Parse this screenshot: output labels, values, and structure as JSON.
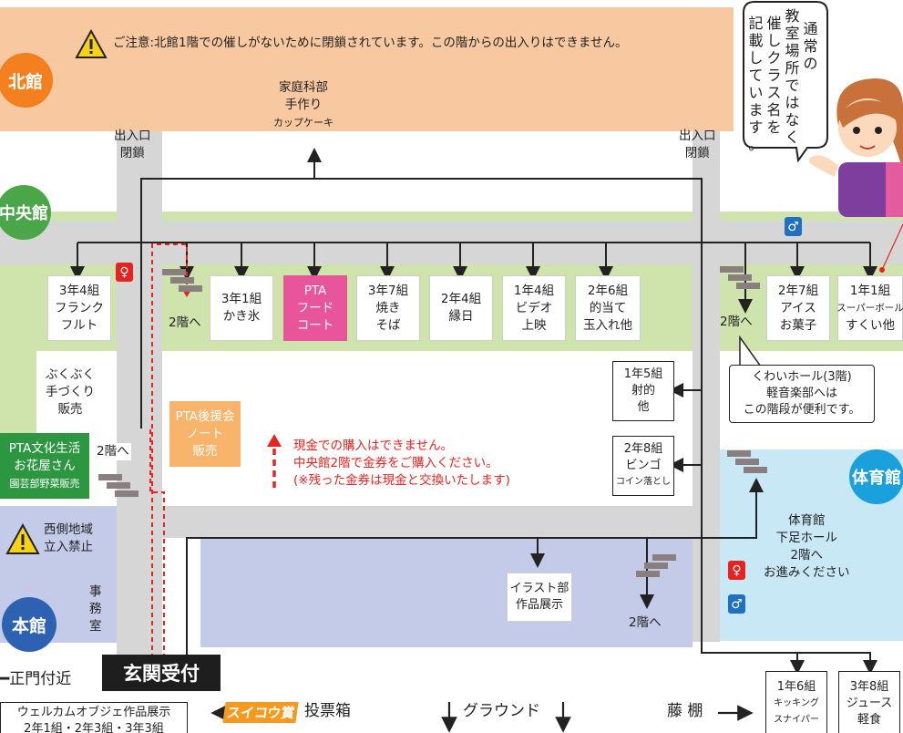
{
  "buildings": {
    "north": "北館",
    "central": "中央館",
    "main": "本館",
    "gym": "体育館"
  },
  "notices": {
    "north_closure": "ご注意:北館1階での催しがないために閉鎖されています。この階からの出入りはできません。",
    "west_area": [
      "西側地域",
      "立入禁止"
    ],
    "cash": [
      "現金での購入はできません。",
      "中央館2階で金券をご購入ください。",
      "(※残った金券は現金と交換いたします)"
    ]
  },
  "exits": {
    "left": [
      "出入口",
      "閉鎖"
    ],
    "right": [
      "出入口",
      "閉鎖"
    ]
  },
  "home_ec": [
    "家庭科部",
    "手作り",
    "カップケーキ"
  ],
  "rooms_central": [
    {
      "id": "3-4",
      "lines": [
        "3年4組",
        "フランク",
        "フルト"
      ]
    },
    {
      "id": "3-1",
      "lines": [
        "3年1組",
        "かき氷"
      ]
    },
    {
      "id": "pta",
      "lines": [
        "PTA",
        "フード",
        "コート"
      ]
    },
    {
      "id": "3-7",
      "lines": [
        "3年7組",
        "焼き",
        "そば"
      ]
    },
    {
      "id": "2-4",
      "lines": [
        "2年4組",
        "縁日"
      ]
    },
    {
      "id": "1-4",
      "lines": [
        "1年4組",
        "ビデオ",
        "上映"
      ]
    },
    {
      "id": "2-6",
      "lines": [
        "2年6組",
        "的当て",
        "玉入れ他"
      ]
    },
    {
      "id": "2-7",
      "lines": [
        "2年7組",
        "アイス",
        "お菓子"
      ]
    },
    {
      "id": "1-1",
      "lines": [
        "1年1組",
        "スーパーボール",
        "すくい他"
      ]
    }
  ],
  "stairs_labels": {
    "left_central": "2階へ",
    "right_central": "2階へ",
    "west": "2階へ",
    "main": "2階へ"
  },
  "hall_note": [
    "くわいホール(3階)",
    "軽音楽部へは",
    "この階段が便利です。"
  ],
  "side_rooms": [
    {
      "id": "1-5",
      "lines": [
        "1年5組",
        "射的",
        "他"
      ]
    },
    {
      "id": "2-8",
      "lines": [
        "2年8組",
        "ビンゴ",
        "コイン落とし"
      ]
    }
  ],
  "left_labels": {
    "bubble": [
      "ぶくぶく",
      "手づくり",
      "販売"
    ],
    "pta_notes": [
      "PTA後援会",
      "ノート",
      "販売"
    ],
    "pta_culture": [
      "PTA文化生活",
      "お花屋さん",
      "園芸部野菜販売"
    ],
    "office": [
      "事",
      "務",
      "室"
    ]
  },
  "gym_note": [
    "体育館",
    "下足ホール",
    "2階へ",
    "お進みください"
  ],
  "art_club": [
    "イラスト部",
    "作品展示"
  ],
  "entrance": "玄関受付",
  "main_gate": "正門付近",
  "welcome": [
    "ウェルカムオブジェ作品展示",
    "2年1組・2年3組・3年3組"
  ],
  "vote": {
    "logo": "スイコウ賞",
    "text": "投票箱"
  },
  "ground": "グラウンド",
  "wisteria": "藤 棚",
  "bottom_rooms": [
    {
      "id": "1-6",
      "lines": [
        "1年6組",
        "キッキング",
        "スナイパー"
      ]
    },
    {
      "id": "3-8",
      "lines": [
        "3年8組",
        "ジュース",
        "軽食"
      ]
    }
  ],
  "mascot_bubble": [
    "通常の",
    "教室場所ではなく",
    "催しクラス名を",
    "記載しています。"
  ],
  "colors": {
    "north_band": "#f8c9a0",
    "north_circle": "#f47f1f",
    "central_band": "#cfe3ad",
    "central_circle": "#4ba649",
    "corridor": "#d6d6d6",
    "main_band": "#c4cbe8",
    "main_circle": "#2d62b2",
    "gym_band": "#c8e8f6",
    "gym_circle": "#1aa0dc",
    "pta_pink": "#e9559b",
    "pta_notes_orange": "#f8b46b",
    "pta_culture_green": "#2d9640",
    "red": "#e8231f",
    "toilet_red": "#e8231f",
    "toilet_blue": "#1f70c0"
  }
}
